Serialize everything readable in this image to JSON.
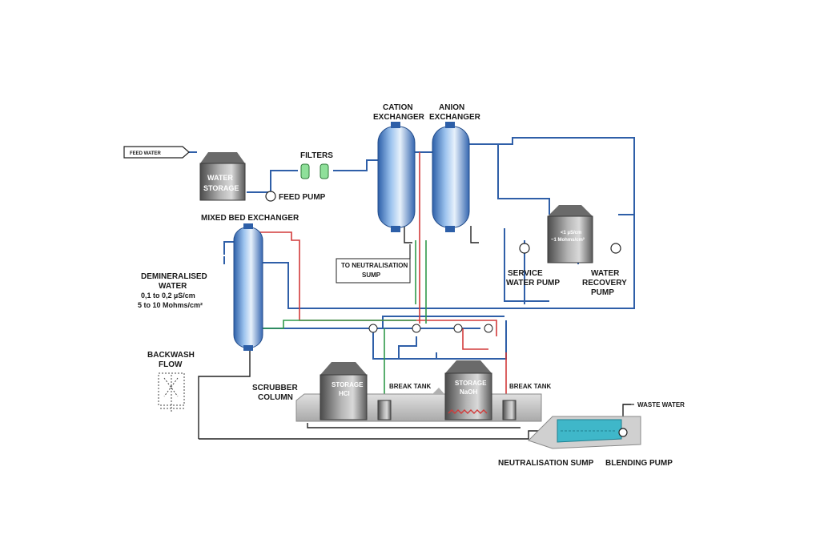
{
  "diagram": {
    "labels": {
      "feed_water": "FEED WATER",
      "water_storage_1": "WATER",
      "water_storage_2": "STORAGE",
      "filters": "FILTERS",
      "feed_pump": "FEED PUMP",
      "cation_1": "CATION",
      "cation_2": "EXCHANGER",
      "anion_1": "ANION",
      "anion_2": "EXCHANGER",
      "mixed_bed": "MIXED BED EXCHANGER",
      "to_neutral_1": "TO NEUTRALISATION",
      "to_neutral_2": "SUMP",
      "demin_1": "DEMINERALISED",
      "demin_2": "WATER",
      "demin_3": "0,1 to 0,2 µS/cm",
      "demin_4": "5 to 10 Mohms/cm²",
      "tank_spec_1": "<1 µS/cm",
      "tank_spec_2": "~1 Mohms/cm²",
      "service_pump_1": "SERVICE",
      "service_pump_2": "WATER PUMP",
      "recovery_pump_1": "WATER",
      "recovery_pump_2": "RECOVERY",
      "recovery_pump_3": "PUMP",
      "backwash_1": "BACKWASH",
      "backwash_2": "FLOW",
      "scrubber_1": "SCRUBBER",
      "scrubber_2": "COLUMN",
      "storage_hcl_1": "STORAGE",
      "storage_hcl_2": "HCl",
      "break_tank_1": "BREAK TANK",
      "storage_naoh_1": "STORAGE",
      "storage_naoh_2": "NaOH",
      "break_tank_2": "BREAK TANK",
      "waste_water": "WASTE WATER",
      "neutral_sump": "NEUTRALISATION SUMP",
      "blending_pump": "BLENDING PUMP"
    },
    "colors": {
      "water_line": "#2f5fa8",
      "acid_line": "#d23a3a",
      "caustic_line": "#2f9a4a",
      "drain_line": "#222222",
      "vessel": "#6f9fd8",
      "tank": "#8a8a8a",
      "platform": "#c9c9c9",
      "sump_water": "#3fb7c9"
    }
  }
}
